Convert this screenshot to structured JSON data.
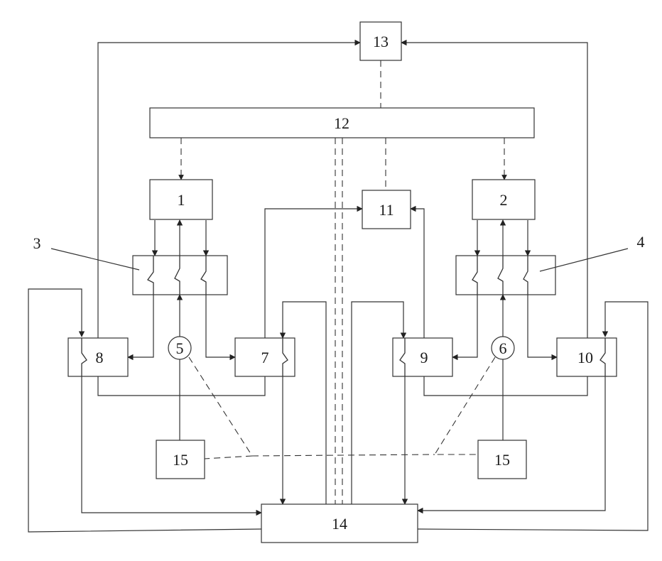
{
  "labels": {
    "b1": "1",
    "b2": "2",
    "b3": "3",
    "b4": "4",
    "b5": "5",
    "b6": "6",
    "b7": "7",
    "b8": "8",
    "b9": "9",
    "b10": "10",
    "b11": "11",
    "b12": "12",
    "b13": "13",
    "b14": "14",
    "b15a": "15",
    "b15b": "15"
  }
}
